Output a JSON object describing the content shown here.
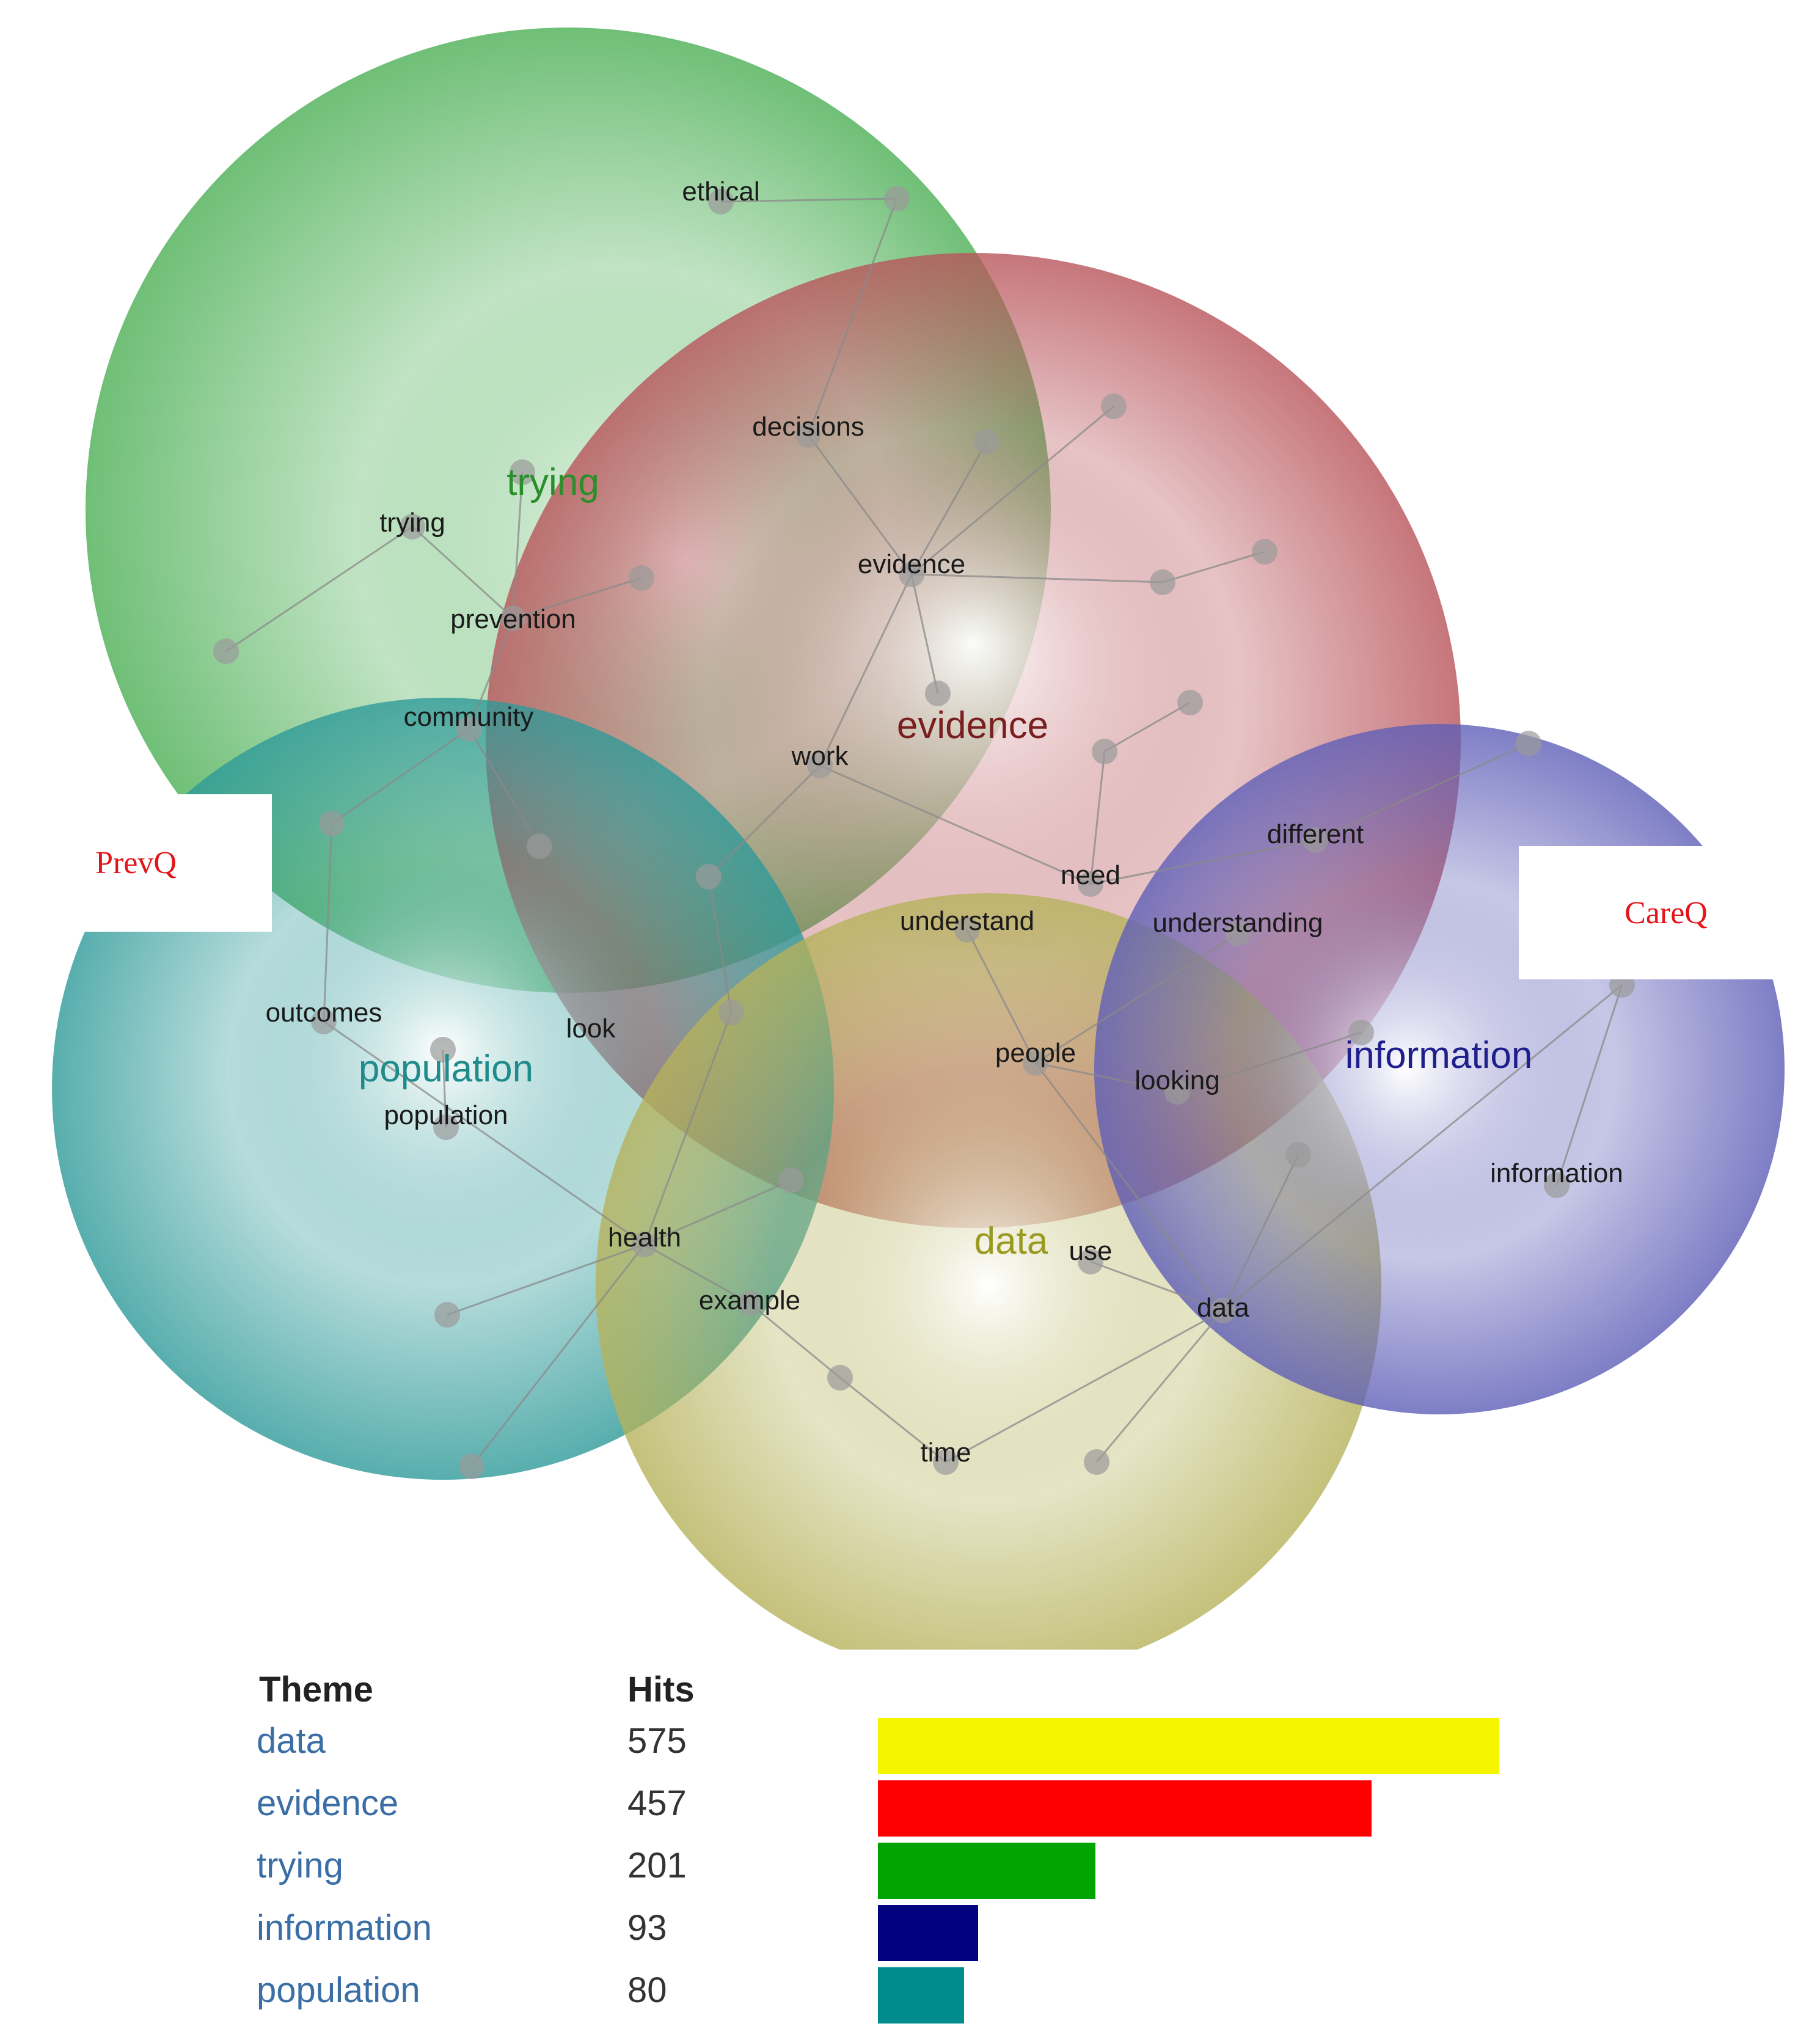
{
  "labels": {
    "left": "PrevQ",
    "right": "CareQ"
  },
  "themes": [
    {
      "key": "trying",
      "label": "trying",
      "circle_color": "#4caf55",
      "label_color": "#2a8f2a"
    },
    {
      "key": "evidence",
      "label": "evidence",
      "circle_color": "#b8545a",
      "label_color": "#7a1f1f"
    },
    {
      "key": "population",
      "label": "population",
      "circle_color": "#2e9a99",
      "label_color": "#1f8b8b"
    },
    {
      "key": "data",
      "label": "data",
      "circle_color": "#b5b25a",
      "label_color": "#9a9a20"
    },
    {
      "key": "information",
      "label": "information",
      "circle_color": "#5e5eb8",
      "label_color": "#1e1e8c"
    }
  ],
  "concepts": [
    "ethical",
    "decisions",
    "trying",
    "prevention",
    "evidence",
    "community",
    "work",
    "need",
    "different",
    "understand",
    "understanding",
    "outcomes",
    "look",
    "population",
    "people",
    "looking",
    "information",
    "health",
    "use",
    "example",
    "data",
    "time"
  ],
  "table": {
    "header_theme": "Theme",
    "header_hits": "Hits",
    "rows": [
      {
        "theme": "data",
        "hits": "575",
        "value": 575,
        "bar_color": "#f5f500"
      },
      {
        "theme": "evidence",
        "hits": "457",
        "value": 457,
        "bar_color": "#ff0000"
      },
      {
        "theme": "trying",
        "hits": "201",
        "value": 201,
        "bar_color": "#00a400"
      },
      {
        "theme": "information",
        "hits": "93",
        "value": 93,
        "bar_color": "#000080"
      },
      {
        "theme": "population",
        "hits": "80",
        "value": 80,
        "bar_color": "#008c8c"
      }
    ],
    "max_value": 575,
    "theme_link_color": "#3a6ea5"
  }
}
